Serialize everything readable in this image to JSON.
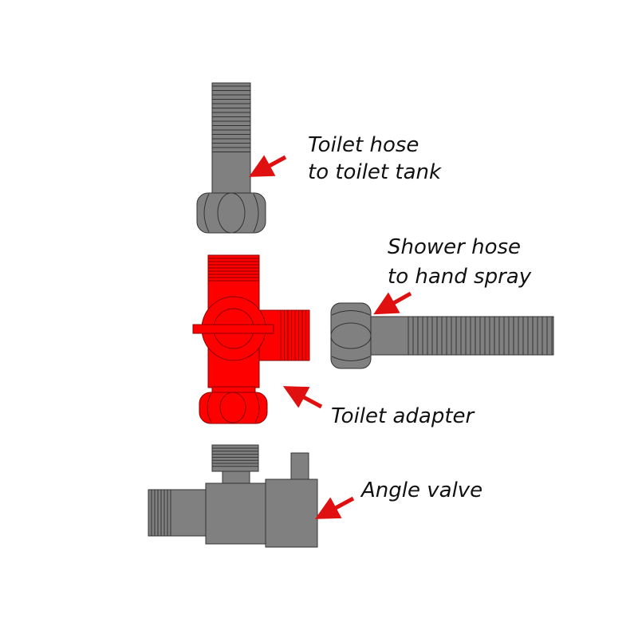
{
  "colors": {
    "part": "#808080",
    "outline": "#333333",
    "adapter": "#ff0000",
    "adapter_outline": "#8a0000",
    "arrow": "#e01010"
  },
  "labels": {
    "toilet_hose": [
      "Toilet hose",
      "to toilet tank"
    ],
    "shower_hose": [
      "Shower hose",
      "to hand spray"
    ],
    "toilet_adapter": "Toilet adapter",
    "angle_valve": "Angle valve"
  }
}
